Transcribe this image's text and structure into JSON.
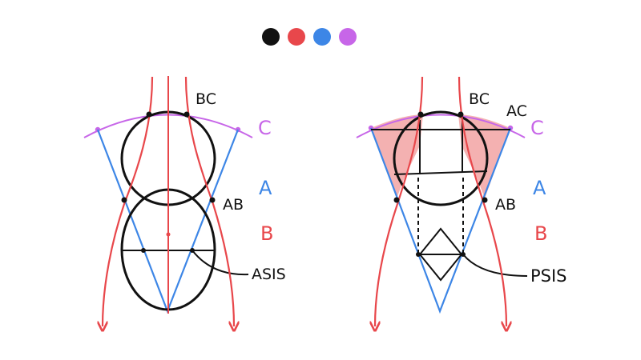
{
  "palette": {
    "black": "#111111",
    "red": "#e8474b",
    "blue": "#3d86e6",
    "purple": "#c766e8",
    "pink_fill": "#f2a3a3"
  },
  "swatches": [
    {
      "name": "black-swatch",
      "color": "#111111"
    },
    {
      "name": "red-swatch",
      "color": "#e8474b"
    },
    {
      "name": "blue-swatch",
      "color": "#3d86e6"
    },
    {
      "name": "purple-swatch",
      "color": "#c766e8"
    }
  ],
  "left_figure": {
    "label_bc": "BC",
    "label_c": "C",
    "label_a": "A",
    "label_ab": "AB",
    "label_b": "B",
    "label_asis": "ASIS"
  },
  "right_figure": {
    "label_bc": "BC",
    "label_ac": "AC",
    "label_c": "C",
    "label_a": "A",
    "label_ab": "AB",
    "label_b": "B",
    "label_psis": "PSIS"
  }
}
